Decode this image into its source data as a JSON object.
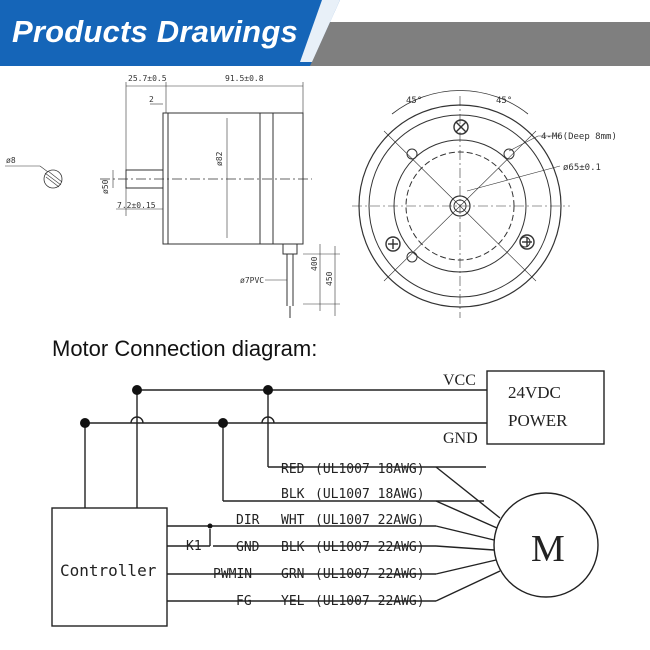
{
  "header": {
    "title": "Products Drawings"
  },
  "drawing": {
    "dim_shaft_len": "25.7±0.5",
    "dim_body_len": "91.5±0.8",
    "dim_flange": "2",
    "dim_body_dia": "ø82",
    "dim_shaft_dia_side": "ø50",
    "dim_key": "7.2±0.15",
    "dim_shaft_end": "ø8",
    "cable_dia": "ø7PVC",
    "cable_len_a": "400",
    "cable_len_b": "450",
    "angle_left": "45°",
    "angle_right": "45°",
    "holes": "4-M6(Deep 8mm)",
    "pcd": "ø65±0.1"
  },
  "connection": {
    "title": "Motor Connection diagram:",
    "vcc_label": "VCC",
    "gnd_label": "GND",
    "power_line1": "24VDC",
    "power_line2": "POWER",
    "controller_label": "Controller",
    "motor_label": "M",
    "switch_label": "K1",
    "wires": [
      {
        "signal": "",
        "color": "RED",
        "spec": "(UL1007 18AWG)"
      },
      {
        "signal": "",
        "color": "BLK",
        "spec": "(UL1007 18AWG)"
      },
      {
        "signal": "DIR",
        "color": "WHT",
        "spec": "(UL1007 22AWG)"
      },
      {
        "signal": "GND",
        "color": "BLK",
        "spec": "(UL1007 22AWG)"
      },
      {
        "signal": "PWMIN",
        "color": "GRN",
        "spec": "(UL1007 22AWG)"
      },
      {
        "signal": "FG",
        "color": "YEL",
        "spec": "(UL1007 22AWG)"
      }
    ]
  }
}
